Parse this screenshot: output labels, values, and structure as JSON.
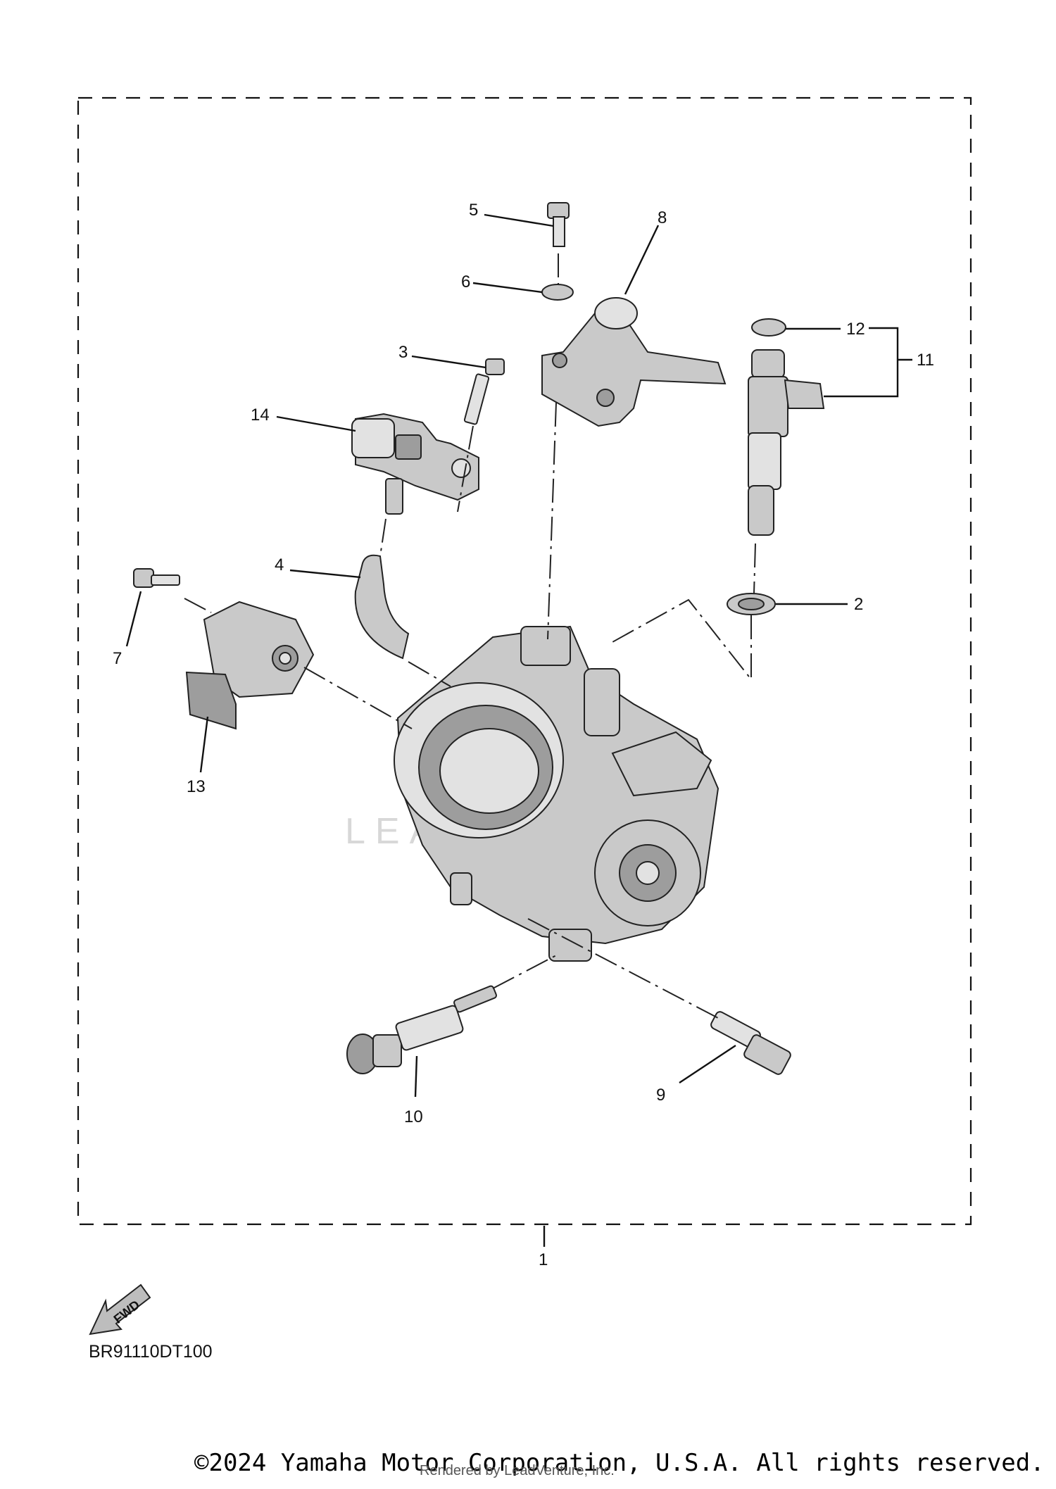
{
  "diagram": {
    "callouts": [
      "1",
      "2",
      "3",
      "4",
      "5",
      "6",
      "7",
      "8",
      "9",
      "10",
      "11",
      "12",
      "13",
      "14"
    ],
    "fwd_label": "FWD",
    "diagram_code": "BR91110DT100",
    "watermark": "LEA"
  },
  "footer": {
    "copyright": "©2024 Yamaha Motor Corporation, U.S.A. All rights reserved.",
    "rendered_by": "Rendered by LeadVenture, Inc."
  }
}
